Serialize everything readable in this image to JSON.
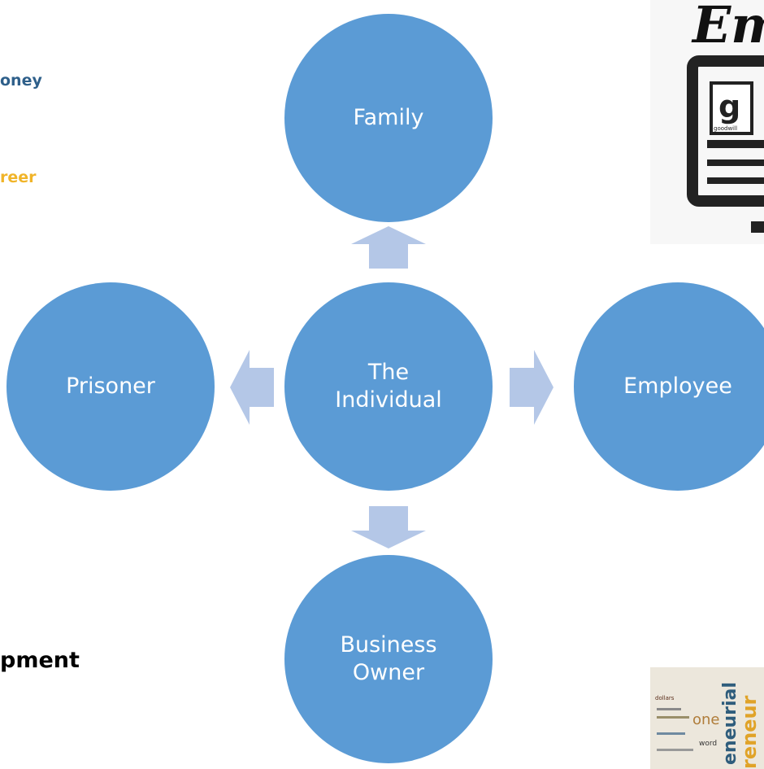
{
  "side_text": {
    "money": "oney",
    "career": "reer",
    "development": "pment"
  },
  "diagram": {
    "top": "Family",
    "center": "The\nIndividual",
    "left": "Prisoner",
    "right": "Employee",
    "bottom": "Business\nOwner"
  },
  "colors": {
    "circle": "#5b9bd5",
    "arrow": "#b4c7e7",
    "money_text": "#2e5f8a",
    "career_text": "#f0b429",
    "development_text": "#000000"
  },
  "images": {
    "logo_text": "Em",
    "logo_sub": "goodwill",
    "wordcloud_words": [
      "eneurial",
      "one",
      "word",
      "dollars"
    ]
  }
}
